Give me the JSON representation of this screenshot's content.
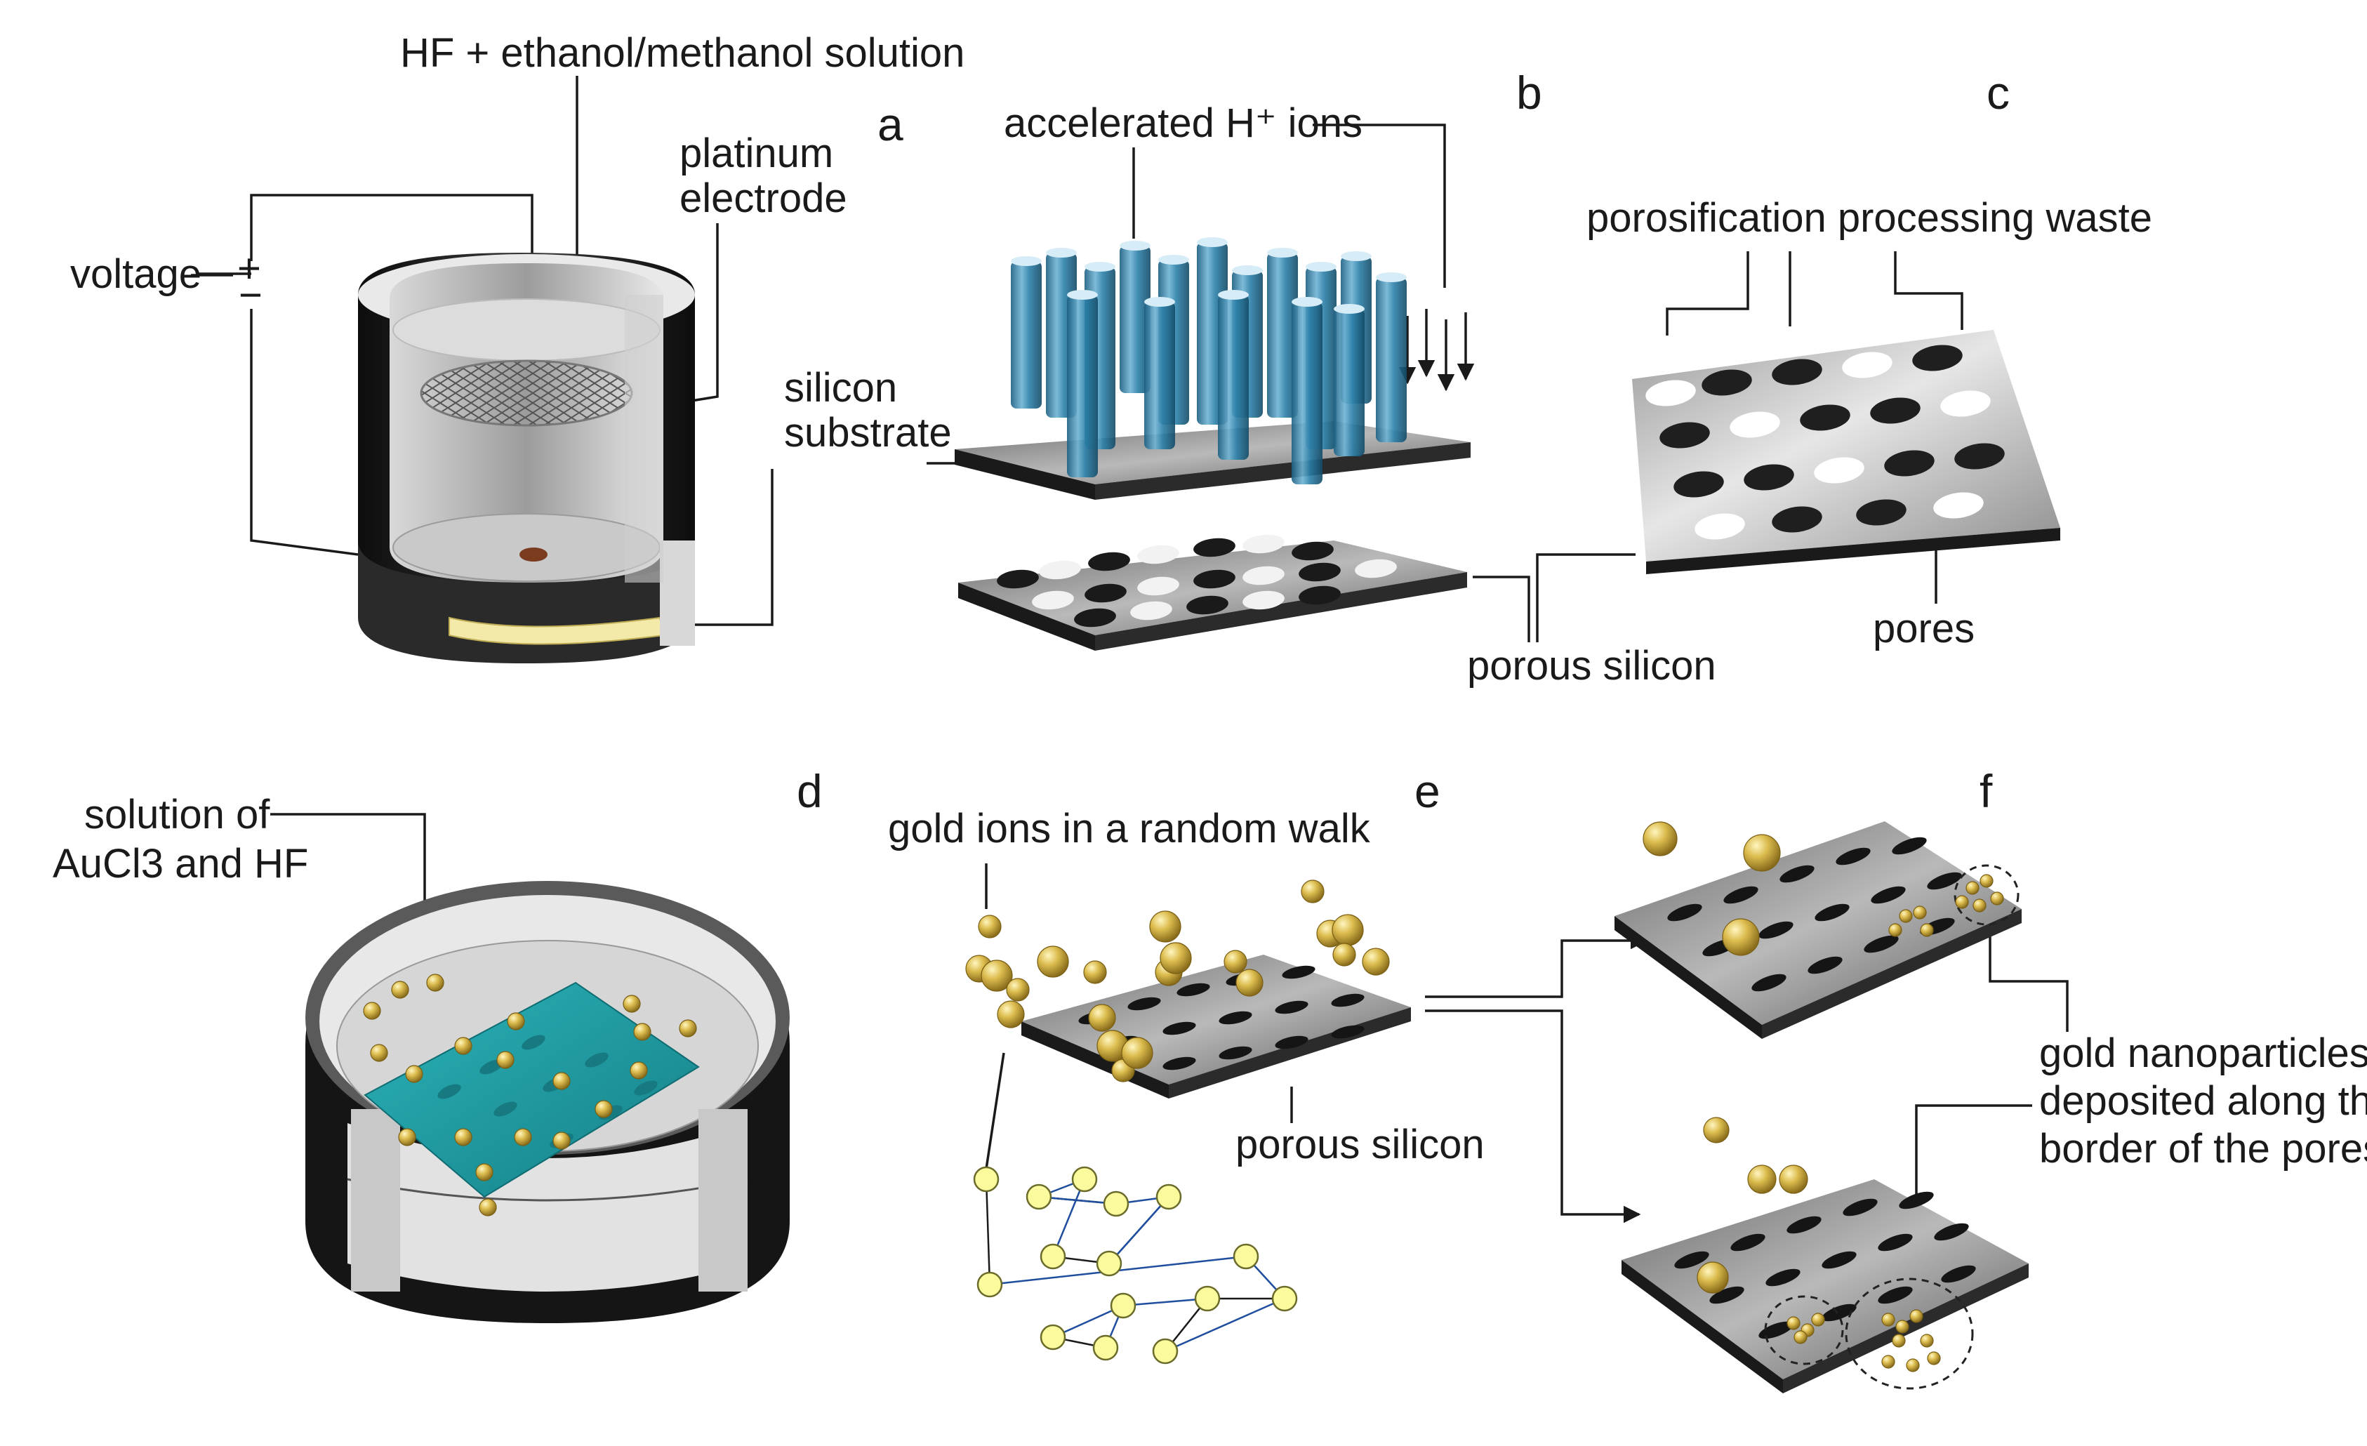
{
  "panels": {
    "a": {
      "letter": "a",
      "labels": {
        "solution": "HF + ethanol/methanol solution",
        "electrode_line1": "platinum",
        "electrode_line2": "electrode",
        "voltage": "voltage",
        "plus": "+",
        "minus": "−",
        "substrate_line1": "silicon",
        "substrate_line2": "substrate"
      }
    },
    "b": {
      "letter": "b",
      "labels": {
        "ions": "accelerated H⁺ ions",
        "porous_silicon": "porous silicon"
      }
    },
    "c": {
      "letter": "c",
      "labels": {
        "waste": "porosification processing waste",
        "pores": "pores"
      }
    },
    "d": {
      "letter": "d",
      "labels": {
        "solution_line1": "solution of",
        "solution_line2": "AuCl3 and HF"
      }
    },
    "e": {
      "letter": "e",
      "labels": {
        "gold_ions": "gold ions in a random walk",
        "porous_silicon": "porous silicon"
      }
    },
    "f": {
      "letter": "f",
      "labels": {
        "nano_line1": "gold nanoparticles",
        "nano_line2": "deposited along the",
        "nano_line3": "border of the pores"
      }
    }
  },
  "colors": {
    "gold": "#d9b84a",
    "teal": "#1f9ea6",
    "ion_blue": "#2a7fa8",
    "wafer_dark": "#2b2b2b",
    "cell_black": "#1b1b1b",
    "substrate_yellow": "#f3e9a8"
  }
}
